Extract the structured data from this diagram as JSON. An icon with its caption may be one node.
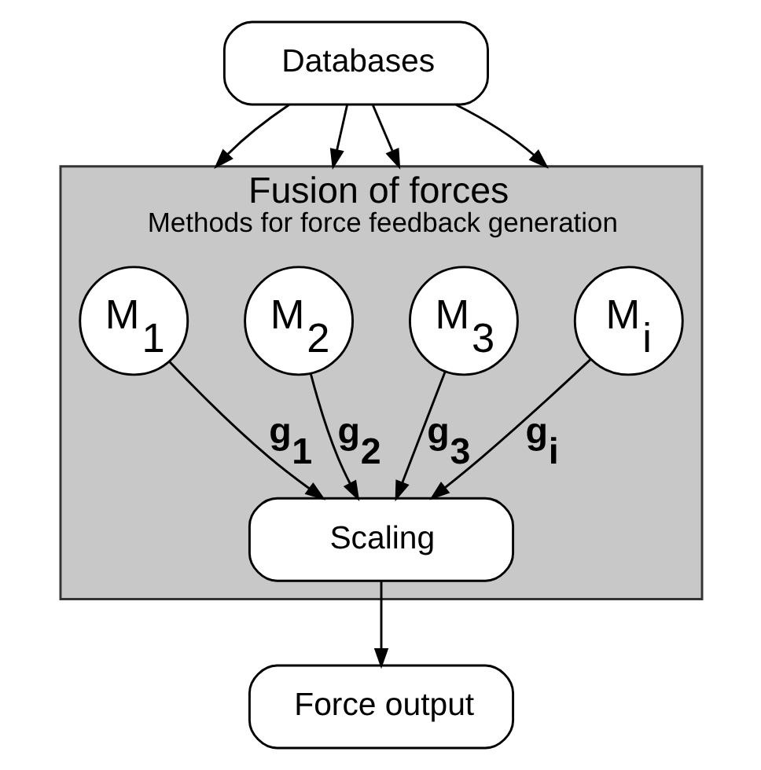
{
  "diagram": {
    "nodes": [
      {
        "text": [
          "Databases"
        ]
      },
      {
        "text": [
          "Fusion of forces",
          "Methods for force feedback generation"
        ]
      },
      {
        "text": [
          "M$_{1}$"
        ],
        "in": 1
      },
      {
        "text": [
          "M$_{2}$"
        ],
        "in": 1
      },
      {
        "text": [
          "M$_{3}$"
        ],
        "in": 1
      },
      {
        "text": [
          "M$_{i}$"
        ],
        "in": 1
      },
      {
        "text": [
          "Scaling"
        ],
        "in": 1
      },
      {
        "text": [
          "Force output"
        ]
      }
    ],
    "edges": [
      {
        "from": 0,
        "to": 1,
        "arrow": "to"
      },
      {
        "from": 0,
        "to": 1,
        "arrow": "to"
      },
      {
        "from": 0,
        "to": 1,
        "arrow": "to"
      },
      {
        "from": 0,
        "to": 1,
        "arrow": "to"
      },
      {
        "from": 2,
        "to": 6,
        "arrow": "to",
        "label": "g$_{1}$"
      },
      {
        "from": 3,
        "to": 6,
        "arrow": "to",
        "label": "g$_{2}$"
      },
      {
        "from": 4,
        "to": 6,
        "arrow": "to",
        "label": "g$_{3}$"
      },
      {
        "from": 5,
        "to": 6,
        "arrow": "to",
        "label": "g$_{i}$"
      },
      {
        "from": 6,
        "to": 7,
        "arrow": "to"
      }
    ]
  }
}
